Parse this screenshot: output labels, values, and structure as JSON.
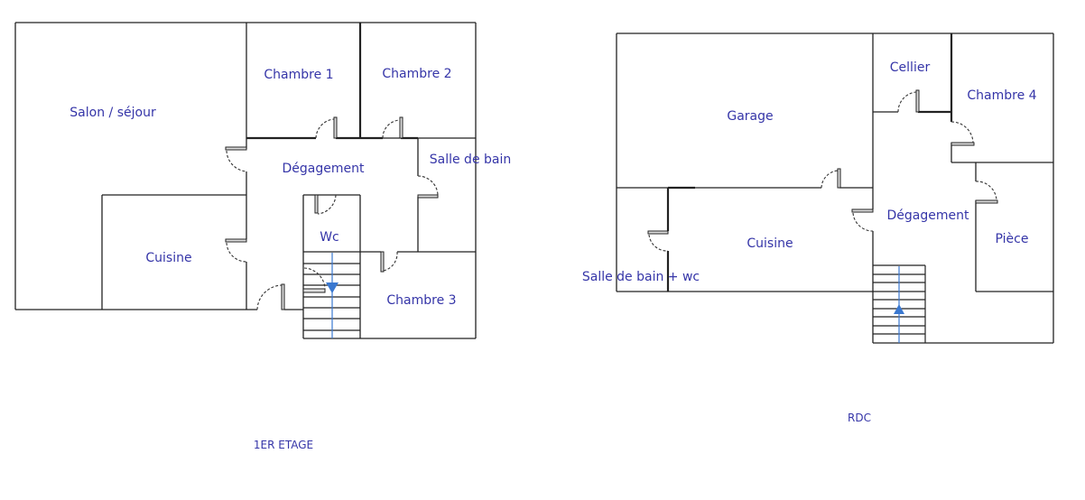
{
  "plans": [
    {
      "caption": "1ER ETAGE",
      "rooms": [
        "Salon / séjour",
        "Chambre 1",
        "Chambre 2",
        "Dégagement",
        "Salle de bain",
        "Wc",
        "Cuisine",
        "Chambre 3"
      ],
      "stair_direction": "down"
    },
    {
      "caption": "RDC",
      "rooms": [
        "Garage",
        "Cellier",
        "Chambre 4",
        "Dégagement",
        "Cuisine",
        "Pièce",
        "Salle de bain + wc"
      ],
      "stair_direction": "up"
    }
  ],
  "colors": {
    "label": "#3535a8",
    "stair_arrow": "#3a78d0",
    "walls": "#222222"
  }
}
